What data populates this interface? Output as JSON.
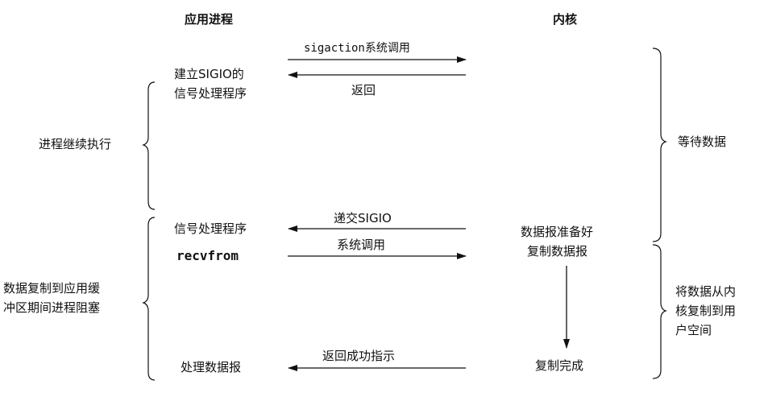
{
  "headers": {
    "app": "应用进程",
    "kernel": "内核"
  },
  "app_side": {
    "setup_line1": "建立SIGIO的",
    "setup_line2": "信号处理程序",
    "signal_handler": "信号处理程序",
    "recvfrom": "recvfrom",
    "process_datagram": "处理数据报"
  },
  "left_braces": {
    "continue": "进程继续执行",
    "blocked_line1": "数据复制到应用缓",
    "blocked_line2": "冲区期间进程阻塞"
  },
  "arrows": {
    "sigaction": "sigaction系统调用",
    "return": "返回",
    "deliver_sigio": "递交SIGIO",
    "syscall": "系统调用",
    "return_ok": "返回成功指示"
  },
  "kernel_side": {
    "datagram_ready": "数据报准备好",
    "copy_datagram": "复制数据报",
    "copy_complete": "复制完成"
  },
  "right_braces": {
    "wait_data": "等待数据",
    "copy_line1": "将数据从内",
    "copy_line2": "核复制到用",
    "copy_line3": "户空间"
  }
}
